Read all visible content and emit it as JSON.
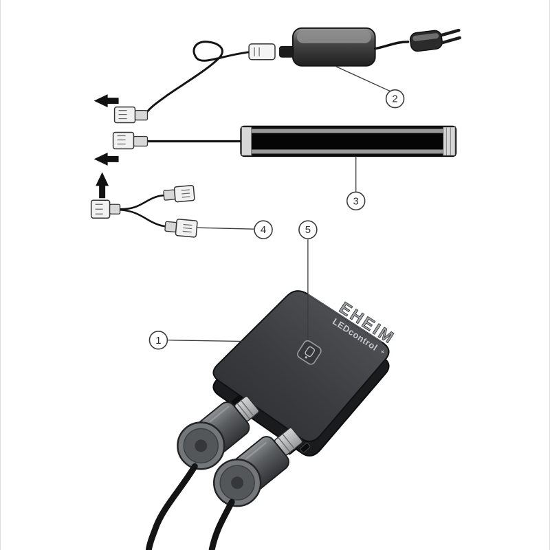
{
  "page": {
    "background": "#ffffff"
  },
  "callouts": {
    "control_unit": "1",
    "power_supply": "2",
    "led_lamp": "3",
    "splitter_cable": "4",
    "control_button": "5"
  },
  "device": {
    "brand": "EHEIM",
    "product": "LEDcontrol",
    "product_suffix": "+"
  },
  "colors": {
    "outline": "#3a3a3a",
    "cable": "#141414",
    "device_body": "#3a3c40",
    "connector_light": "#f1f1f1",
    "led_bar_black": "#050505",
    "end_cap_gray": "#d7d7d7"
  }
}
